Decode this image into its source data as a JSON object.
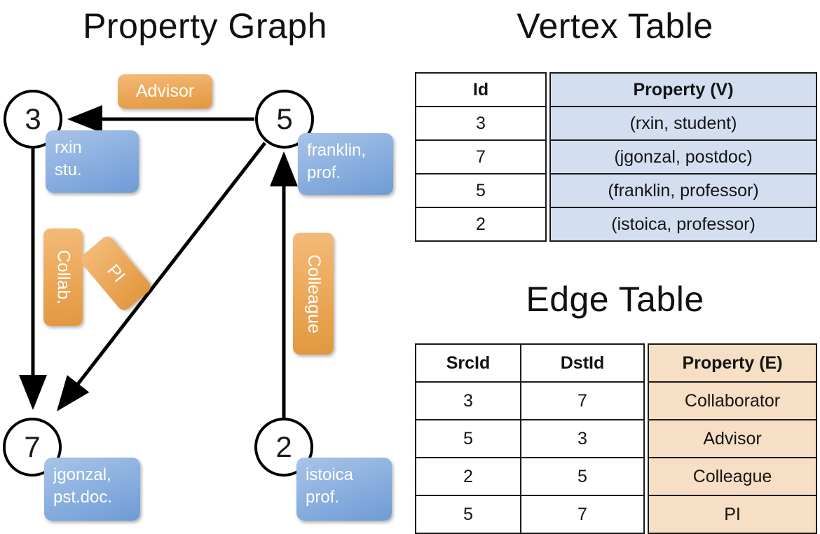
{
  "titles": {
    "property_graph": "Property Graph",
    "vertex_table": "Vertex Table",
    "edge_table": "Edge Table"
  },
  "graph": {
    "nodes": [
      {
        "id": "3",
        "property": "rxin\nstu."
      },
      {
        "id": "5",
        "property": "franklin,\nprof."
      },
      {
        "id": "7",
        "property": "jgonzal,\npst.doc."
      },
      {
        "id": "2",
        "property": "istoica\nprof."
      }
    ],
    "node_labels": {
      "n3": "3",
      "n5": "5",
      "n7": "7",
      "n2": "2"
    },
    "property_boxes": {
      "rxin_line1": "rxin",
      "rxin_line2": "stu.",
      "franklin_line1": "franklin,",
      "franklin_line2": "prof.",
      "jgonzal_line1": "jgonzal,",
      "jgonzal_line2": "pst.doc.",
      "istoica_line1": "istoica",
      "istoica_line2": "prof."
    },
    "edge_labels": {
      "advisor": "Advisor",
      "collab": "Collab.",
      "pi": "PI",
      "colleague": "Colleague"
    },
    "edges": [
      {
        "from": "5",
        "to": "3",
        "label": "Advisor"
      },
      {
        "from": "3",
        "to": "7",
        "label": "Collab."
      },
      {
        "from": "5",
        "to": "7",
        "label": "PI"
      },
      {
        "from": "2",
        "to": "5",
        "label": "Colleague"
      }
    ]
  },
  "vertex_table": {
    "headers": [
      "Id",
      "Property (V)"
    ],
    "rows": [
      {
        "id": "3",
        "property": "(rxin, student)"
      },
      {
        "id": "7",
        "property": "(jgonzal, postdoc)"
      },
      {
        "id": "5",
        "property": "(franklin, professor)"
      },
      {
        "id": "2",
        "property": "(istoica, professor)"
      }
    ]
  },
  "edge_table": {
    "headers": [
      "SrcId",
      "DstId",
      "Property (E)"
    ],
    "rows": [
      {
        "src": "3",
        "dst": "7",
        "property": "Collaborator"
      },
      {
        "src": "5",
        "dst": "3",
        "property": "Advisor"
      },
      {
        "src": "2",
        "dst": "5",
        "property": "Colleague"
      },
      {
        "src": "5",
        "dst": "7",
        "property": "PI"
      }
    ]
  },
  "colors": {
    "vertex_property_bg": "#d3dff1",
    "edge_property_bg": "#f6dfc4",
    "node_box_blue": "#8eb2e0",
    "edge_label_orange": "#eca85a",
    "stroke": "#1a1a1a"
  }
}
